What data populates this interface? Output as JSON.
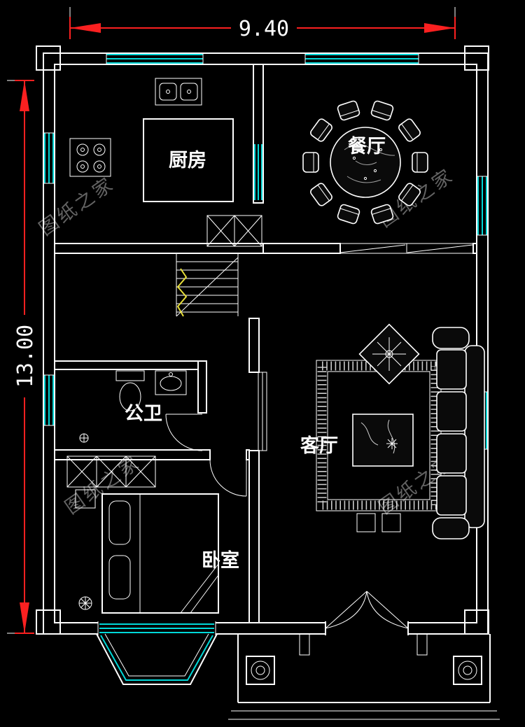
{
  "dimensions": {
    "width": "9.40",
    "height": "13.00"
  },
  "rooms": {
    "kitchen": "厨房",
    "dining": "餐厅",
    "bathroom": "公卫",
    "living": "客厅",
    "bedroom": "卧室"
  },
  "watermark": "图纸之家",
  "colors": {
    "background": "#000000",
    "line": "#ffffff",
    "label": "#ffffff",
    "window": "#00d8d8",
    "dimension": "#fb2020",
    "stair": "#e8df3a",
    "watermark": "#6e6e6e"
  }
}
